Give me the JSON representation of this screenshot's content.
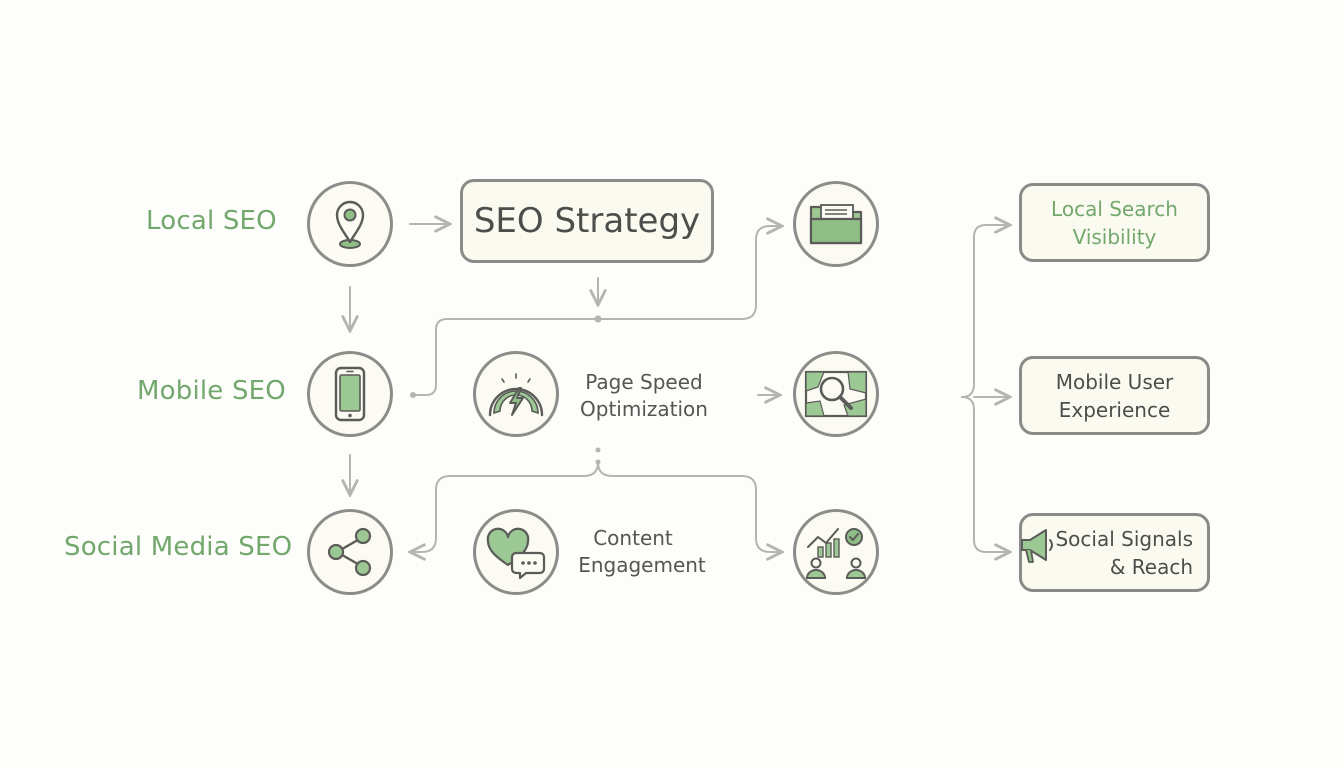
{
  "colors": {
    "accent": "#72a86b",
    "stroke": "#8c8c88",
    "fill": "#fbfaf3",
    "line": "#b4b4b0"
  },
  "labels": {
    "local_seo": "Local SEO",
    "mobile_seo": "Mobile SEO",
    "social_media_seo": "Social Media SEO"
  },
  "center": {
    "strategy": "SEO Strategy",
    "page_speed_line1": "Page Speed",
    "page_speed_line2": "Optimization",
    "content_line1": "Content",
    "content_line2": "Engagement"
  },
  "outputs": {
    "local_line1": "Local Search",
    "local_line2": "Visibility",
    "mobile_line1": "Mobile User",
    "mobile_line2": "Experience",
    "social_line1": "Social Signals",
    "social_line2": "& Reach"
  },
  "icons": {
    "local": "map-pin-icon",
    "mobile": "smartphone-icon",
    "social": "share-icon",
    "folder": "folder-icon",
    "speed": "speedometer-icon",
    "map_search": "map-search-icon",
    "engagement": "heart-chat-icon",
    "analytics": "analytics-users-icon",
    "megaphone": "megaphone-icon"
  }
}
